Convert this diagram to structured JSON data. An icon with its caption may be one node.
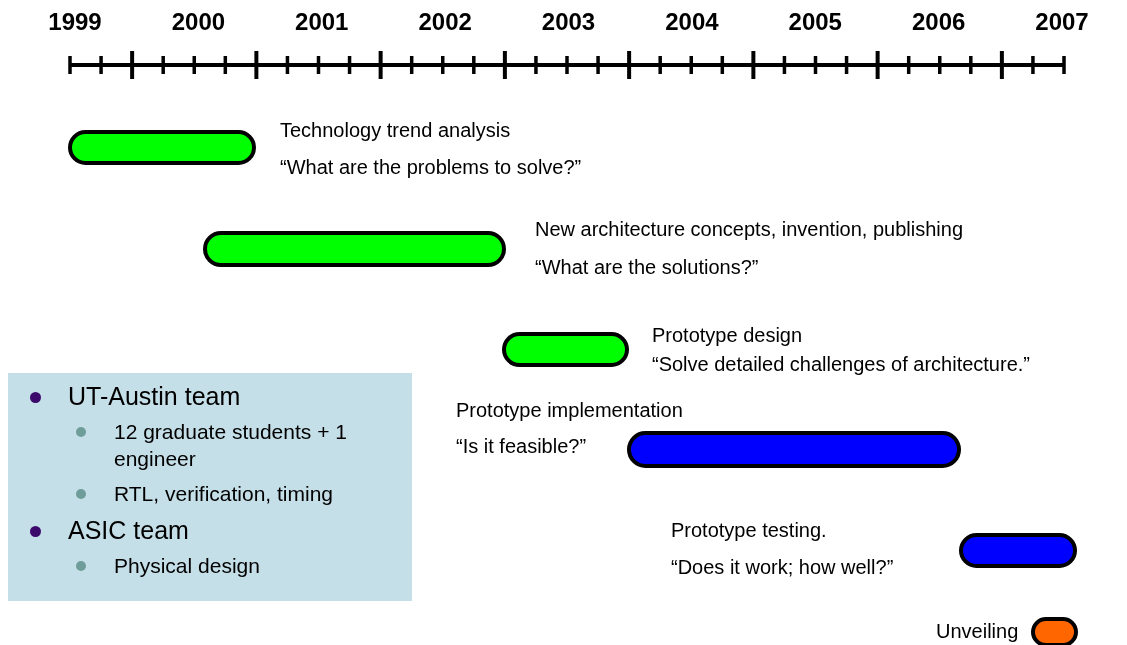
{
  "diagram": {
    "nodes": [
      {
        "text": [],
        "shape": "bar",
        "beside": [
          "Technology trend analysis",
          "“What are the problems to solve?”"
        ]
      },
      {
        "text": [],
        "shape": "bar",
        "beside": [
          "New architecture concepts, invention, publishing",
          "“What are the solutions?”"
        ]
      },
      {
        "text": [],
        "shape": "bar",
        "beside": [
          "Prototype design",
          "“Solve detailed challenges of architecture.”"
        ]
      },
      {
        "text": [],
        "shape": "bar",
        "beside": [
          "Prototype implementation",
          "“Is it feasible?”"
        ]
      },
      {
        "text": [],
        "shape": "bar",
        "beside": [
          "Prototype testing.",
          "“Does it work; how well?”"
        ]
      },
      {
        "text": [],
        "shape": "bar",
        "beside": [
          "Unveiling"
        ]
      },
      {
        "text": [
          "UT-Austin team",
          "12 graduate students + 1 engineer",
          "RTL, verification, timing",
          "ASIC team",
          "Physical design"
        ]
      }
    ],
    "edges": [],
    "labels": [
      "1999",
      "2000",
      "2001",
      "2002",
      "2003",
      "2004",
      "2005",
      "2006",
      "2007"
    ]
  }
}
